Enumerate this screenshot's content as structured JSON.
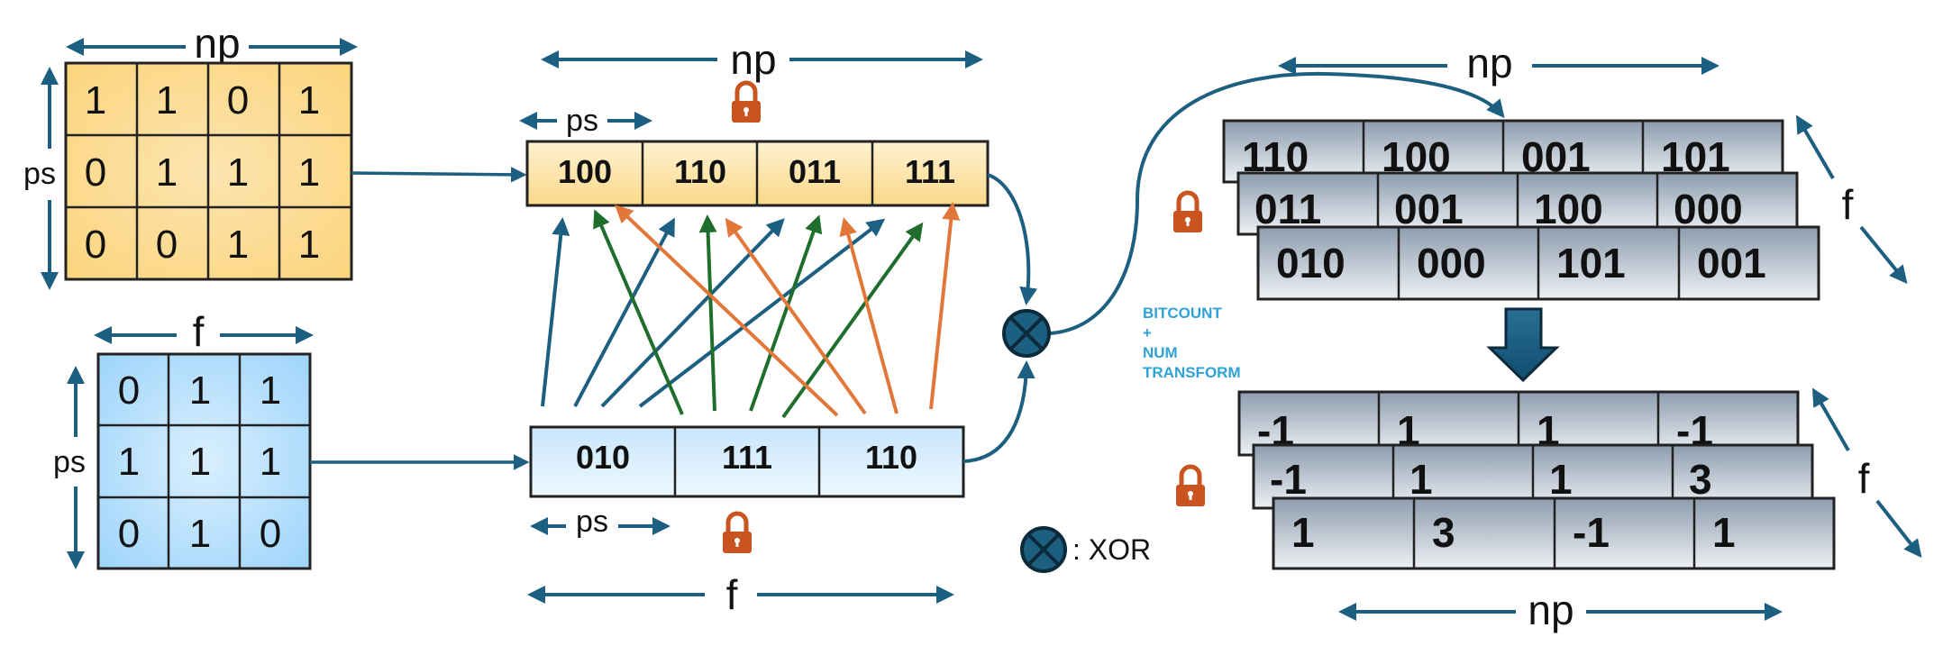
{
  "weights": {
    "matrix": [
      [
        "1",
        "1",
        "0",
        "1"
      ],
      [
        "0",
        "1",
        "1",
        "1"
      ],
      [
        "0",
        "0",
        "1",
        "1"
      ]
    ],
    "width_label": "np",
    "height_label": "ps"
  },
  "inputs": {
    "matrix": [
      [
        "0",
        "1",
        "1"
      ],
      [
        "1",
        "1",
        "1"
      ],
      [
        "0",
        "1",
        "0"
      ]
    ],
    "width_label": "f",
    "height_label": "ps"
  },
  "packed_weights": {
    "codes": [
      "100",
      "110",
      "011",
      "111"
    ],
    "width_label": "np",
    "cell_label": "ps"
  },
  "packed_inputs": {
    "codes": [
      "010",
      "111",
      "110"
    ],
    "width_label": "f",
    "cell_label": "ps"
  },
  "xor_stack": {
    "layers": [
      [
        "110",
        "100",
        "001",
        "101"
      ],
      [
        "011",
        "001",
        "100",
        "000"
      ],
      [
        "010",
        "000",
        "101",
        "001"
      ]
    ],
    "width_label": "np",
    "depth_label": "f"
  },
  "transform_note": [
    "BITCOUNT",
    "+",
    "NUM",
    "TRANSFORM"
  ],
  "result_stack": {
    "layers": [
      [
        "-1",
        "1",
        "1",
        "-1"
      ],
      [
        "-1",
        "1",
        "1",
        "3"
      ],
      [
        "1",
        "3",
        "-1",
        "1"
      ]
    ],
    "width_label": "np",
    "depth_label": "f"
  },
  "legend": {
    "label": ": XOR"
  },
  "colors": {
    "arrow_blue": "#1d5f80",
    "arrow_green": "#1f6e2e",
    "arrow_orange": "#e2773a",
    "lock": "#c9541f",
    "note": "#2fa3d6"
  }
}
